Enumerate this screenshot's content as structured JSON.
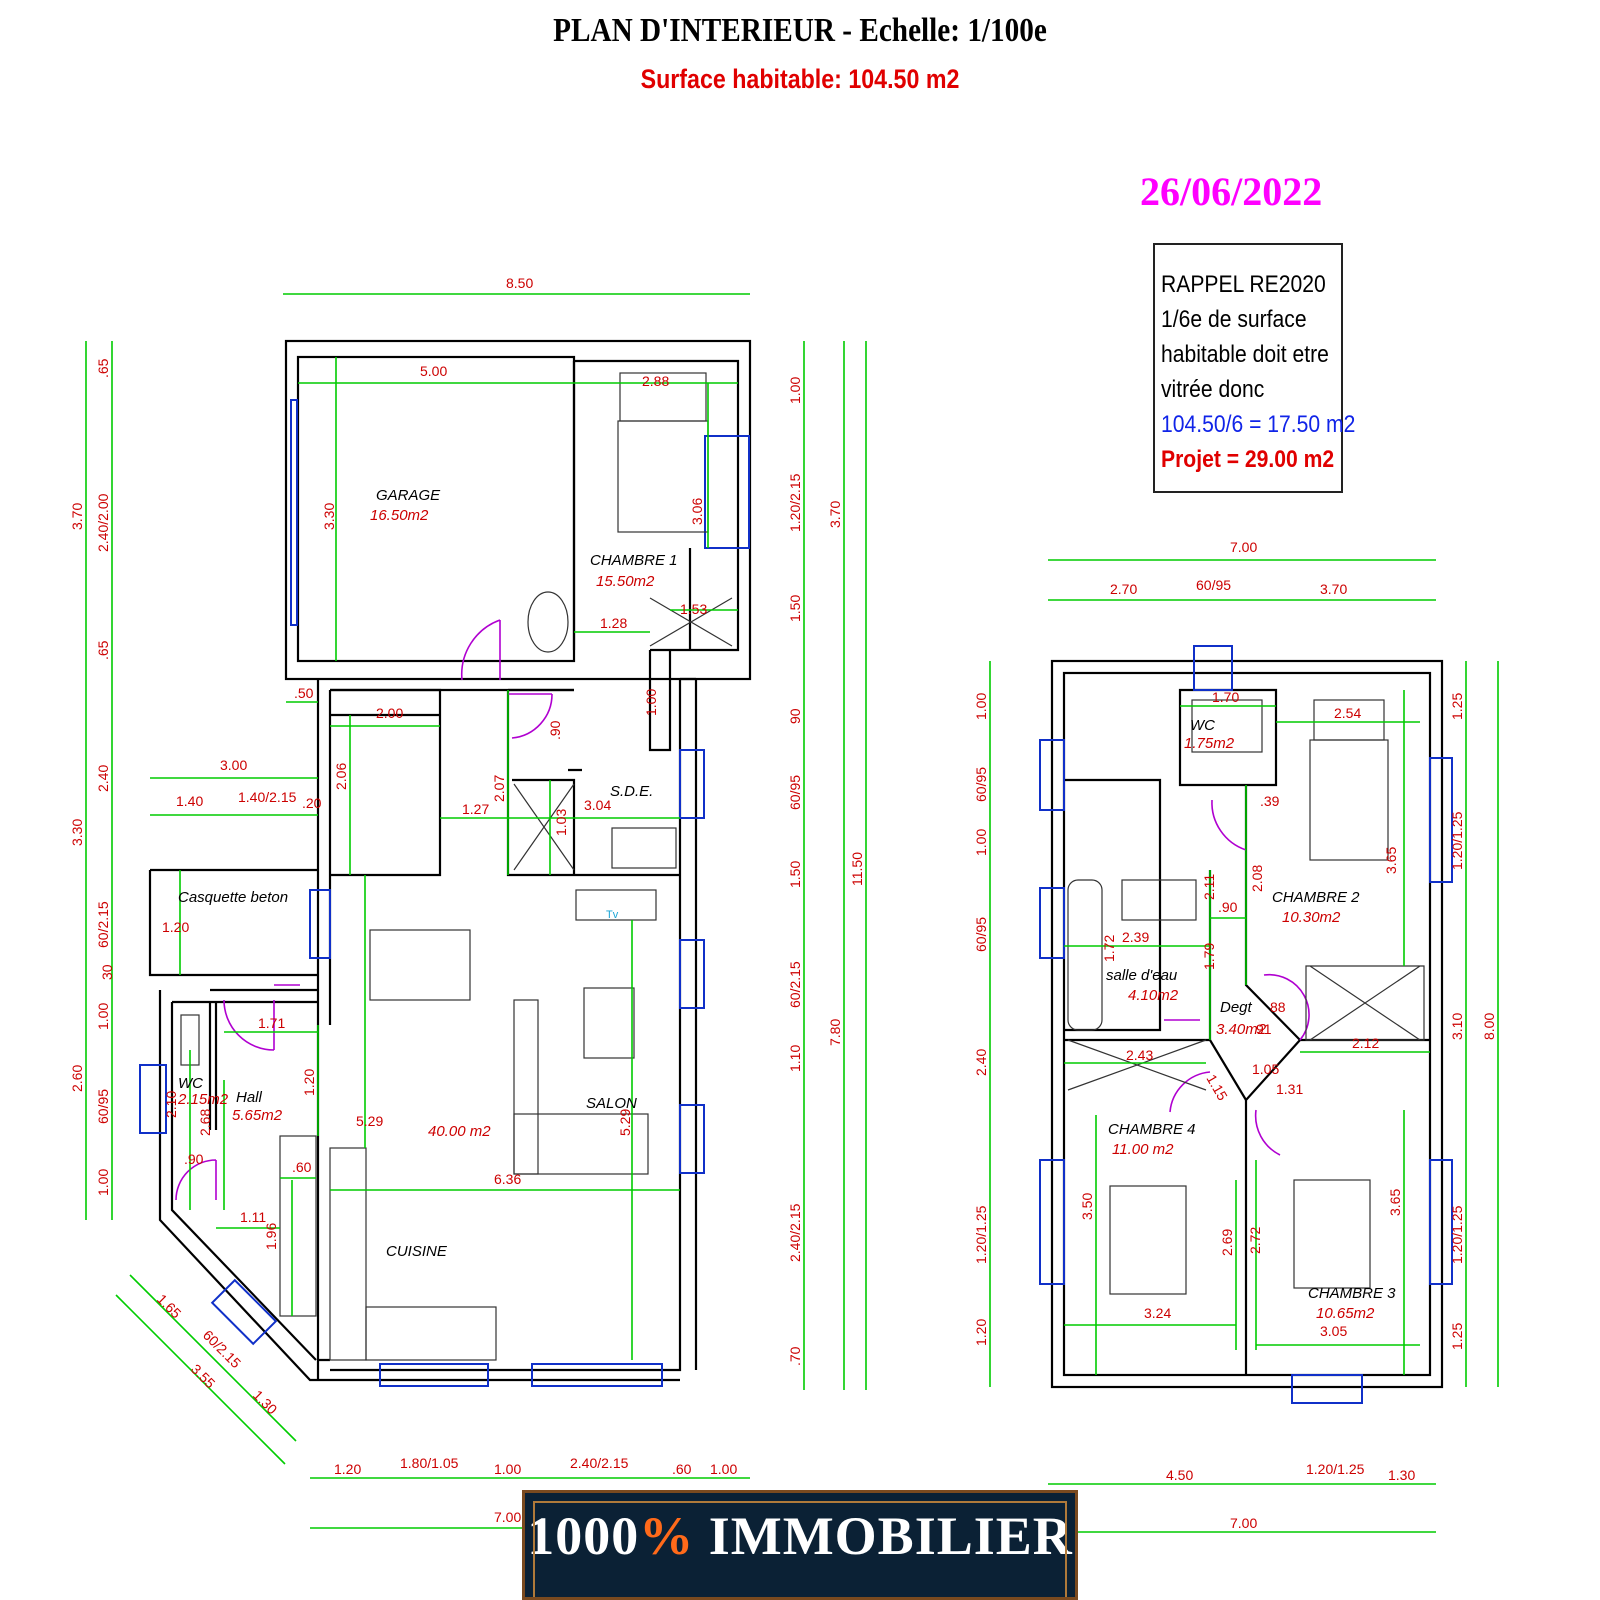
{
  "header": {
    "title": "PLAN D'INTERIEUR - Echelle: 1/100e",
    "surface": "Surface habitable: 104.50 m2",
    "date": "26/06/2022"
  },
  "rappel": {
    "line1": "RAPPEL RE2020",
    "line2": "1/6e de surface",
    "line3": "habitable doit etre",
    "line4": "vitrée donc",
    "line5": "104.50/6 = 17.50 m2",
    "line6": "Projet = 29.00 m2"
  },
  "logo": {
    "prefix": "1000",
    "percent": "%",
    "suffix": " IMMOBILIER"
  },
  "rooms": {
    "garage": {
      "name": "GARAGE",
      "area": "16.50m2"
    },
    "chambre1": {
      "name": "CHAMBRE 1",
      "area": "15.50m2"
    },
    "sde": {
      "name": "S.D.E."
    },
    "casquette": {
      "name": "Casquette beton"
    },
    "wc_ground": {
      "name": "WC",
      "area": "2.15m2"
    },
    "hall": {
      "name": "Hall",
      "area": "5.65m2"
    },
    "sejour": {
      "area": "40.00 m2"
    },
    "salon": {
      "name": "SALON"
    },
    "cuisine": {
      "name": "CUISINE"
    },
    "tv": {
      "name": "Tv"
    },
    "wc_upper": {
      "name": "WC",
      "area": "1.75m2"
    },
    "chambre2": {
      "name": "CHAMBRE 2",
      "area": "10.30m2"
    },
    "salle_eau": {
      "name": "salle d'eau",
      "area": "4.10m2"
    },
    "degt": {
      "name": "Degt",
      "area": "3.40m2"
    },
    "chambre4": {
      "name": "CHAMBRE 4",
      "area": "11.00 m2"
    },
    "chambre3": {
      "name": "CHAMBRE 3",
      "area": "10.65m2"
    }
  },
  "dims": {
    "g_850": "8.50",
    "g_500": "5.00",
    "g_288": "2.88",
    "g_330": "3.30",
    "g_306": "3.06",
    "g_128": "1.28",
    "g_153": "1.53",
    "g_100a": "1.00",
    "g_050": ".50",
    "g_200": "2.00",
    "g_090a": ".90",
    "g_207": "2.07",
    "g_300": "3.00",
    "g_140": "1.40",
    "g_140_215": "1.40/2.15",
    "g_020": ".20",
    "g_206": "2.06",
    "g_127": "1.27",
    "g_103": "1.03",
    "g_304": "3.04",
    "g_120a": "1.20",
    "g_171": "1.71",
    "g_120b": "1.20",
    "g_210": "2.10",
    "g_268": "2.68",
    "g_090b": ".90",
    "g_529a": "5.29",
    "g_529b": "5.29",
    "g_060": ".60",
    "g_636": "6.36",
    "g_111": "1.11",
    "g_196": "1.96",
    "g_165": "1.65",
    "g_060_215a": "60/2.15",
    "g_355": "3.55",
    "g_130a": "1.30",
    "gl_370": "3.70",
    "gl_065a": ".65",
    "gl_240_200": "2.40/2.00",
    "gl_065b": ".65",
    "gl_240": "2.40",
    "gl_330": "3.30",
    "gl_60_215": "60/2.15",
    "gl_30": "30",
    "gl_100a": "1.00",
    "gl_260": "2.60",
    "gl_60_95": "60/95",
    "gl_100b": "1.00",
    "gr_100": "1.00",
    "gr_120_215": "1.20/2.15",
    "gr_370": "3.70",
    "gr_150a": "1.50",
    "gr_90": "90",
    "gr_60_95": "60/95",
    "gr_150b": "1.50",
    "gr_1150": "11.50",
    "gr_60_215": "60/2.15",
    "gr_110": "1.10",
    "gr_780": "7.80",
    "gr_240_215": "2.40/2.15",
    "gr_70": ".70",
    "gb_120": "1.20",
    "gb_180_105": "1.80/1.05",
    "gb_100a": "1.00",
    "gb_240_215": "2.40/2.15",
    "gb_060": ".60",
    "gb_100b": "1.00",
    "gb_700": "7.00",
    "u_700a": "7.00",
    "u_270": "2.70",
    "u_60_95": "60/95",
    "u_370": "3.70",
    "u_170": "1.70",
    "u_254": "2.54",
    "u_039": ".39",
    "u_211": "2.11",
    "u_208": "2.08",
    "u_365a": "3.65",
    "u_090": ".90",
    "u_179": "1.79",
    "u_239": "2.39",
    "u_172": "1.72",
    "u_088": "88",
    "u_091": "91",
    "u_212": "2.12",
    "u_243": "2.43",
    "u_105": "1.05",
    "u_131": "1.31",
    "u_115": "1.15",
    "u_350": "3.50",
    "u_269": "2.69",
    "u_272": "2.72",
    "u_365b": "3.65",
    "u_324": "3.24",
    "u_305": "3.05",
    "ul_100a": "1.00",
    "ul_60_95a": "60/95",
    "ul_100b": "1.00",
    "ul_60_95b": "60/95",
    "ul_240": "2.40",
    "ul_120_125": "1.20/1.25",
    "ul_120": "1.20",
    "ur_125a": "1.25",
    "ur_120_125a": "1.20/1.25",
    "ur_310": "3.10",
    "ur_800": "8.00",
    "ur_120_125b": "1.20/1.25",
    "ur_125b": "1.25",
    "ub_450": "4.50",
    "ub_120_125": "1.20/1.25",
    "ub_130": "1.30",
    "ub_700": "7.00"
  }
}
